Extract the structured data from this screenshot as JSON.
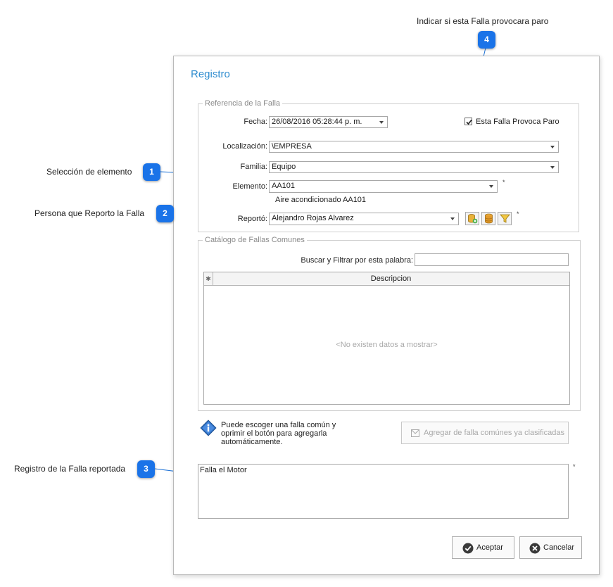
{
  "dialog": {
    "title": "Registro",
    "referencia": {
      "legend": "Referencia de la Falla",
      "fecha_label": "Fecha:",
      "fecha_value": "26/08/2016 05:28:44 p. m.",
      "paro_label": "Esta Falla Provoca Paro",
      "paro_checked": true,
      "localizacion_label": "Localización:",
      "localizacion_value": "\\EMPRESA",
      "familia_label": "Familia:",
      "familia_value": "Equipo",
      "elemento_label": "Elemento:",
      "elemento_value": "AA101",
      "elemento_desc": "Aire acondicionado AA101",
      "reporto_label": "Reportó:",
      "reporto_value": "Alejandro Rojas Alvarez",
      "required_mark": "*"
    },
    "catalogo": {
      "legend": "Catálogo de Fallas Comunes",
      "buscar_label": "Buscar y Filtrar por esta palabra:",
      "buscar_value": "",
      "grid_star": "✱",
      "grid_column": "Descripcion",
      "grid_empty": "<No existen datos a mostrar>"
    },
    "info_text": "Puede escoger una falla común y oprimir el botón para agregarla automáticamente.",
    "agregar_button": "Agregar de falla comúnes ya clasificadas",
    "falla_text": "Falla el Motor",
    "aceptar_button": "Aceptar",
    "cancelar_button": "Cancelar"
  },
  "callouts": [
    {
      "number": "1",
      "caption": "Selección de elemento"
    },
    {
      "number": "2",
      "caption": "Persona que Reporto la Falla"
    },
    {
      "number": "3",
      "caption": "Registro de la Falla reportada"
    },
    {
      "number": "4",
      "caption": "Indicar si esta Falla provocara paro"
    }
  ],
  "colors": {
    "accent": "#2e8ccf",
    "callout": "#1a73e8",
    "callout_line": "#1f73d6"
  }
}
